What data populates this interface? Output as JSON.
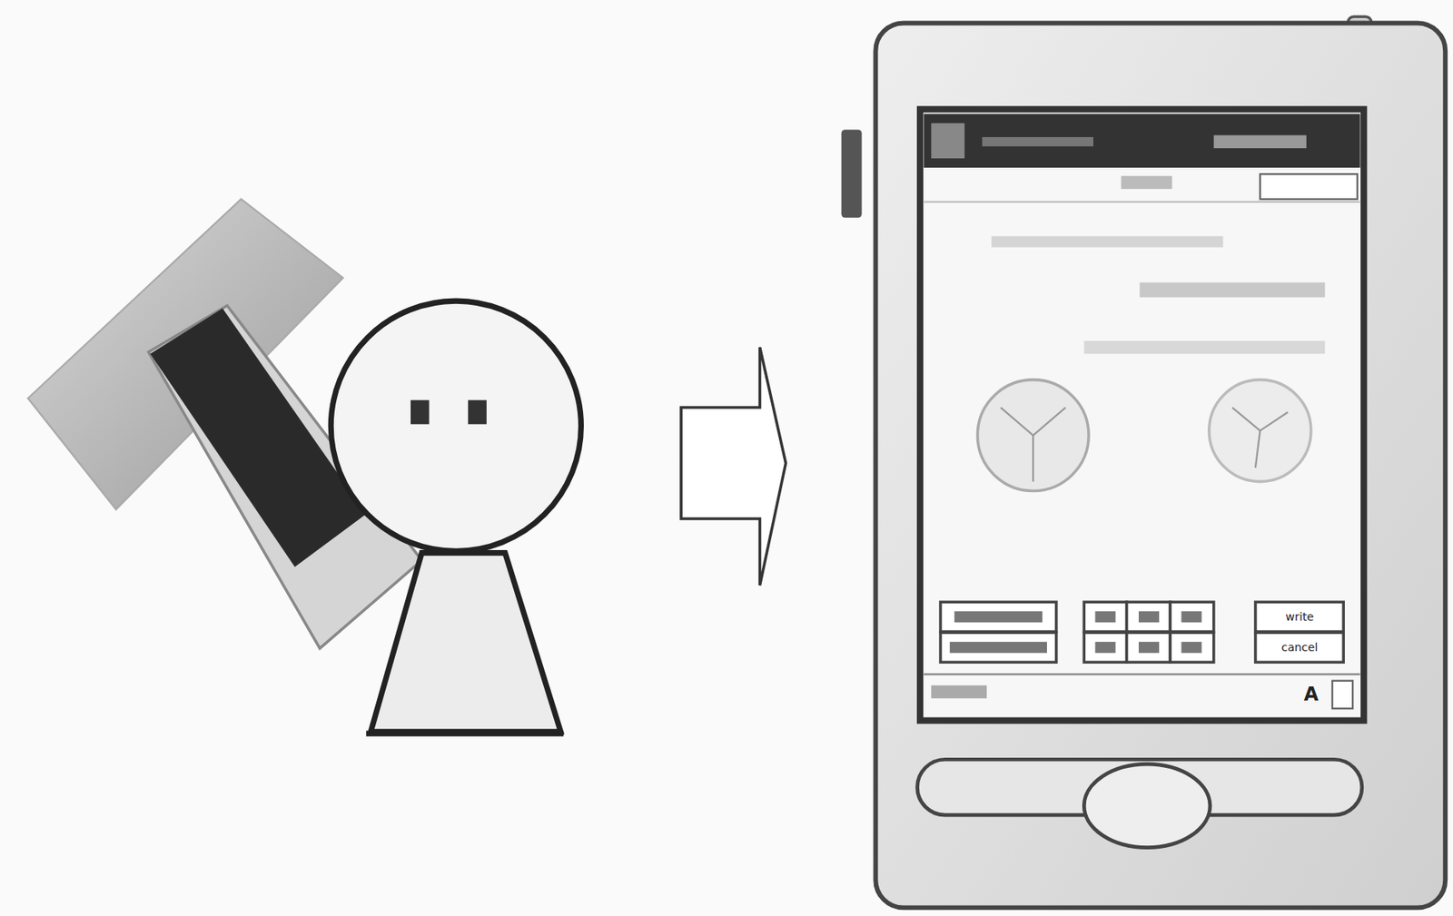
{
  "diagram": {
    "labels": [
      "write",
      "cancel",
      "A"
    ]
  }
}
